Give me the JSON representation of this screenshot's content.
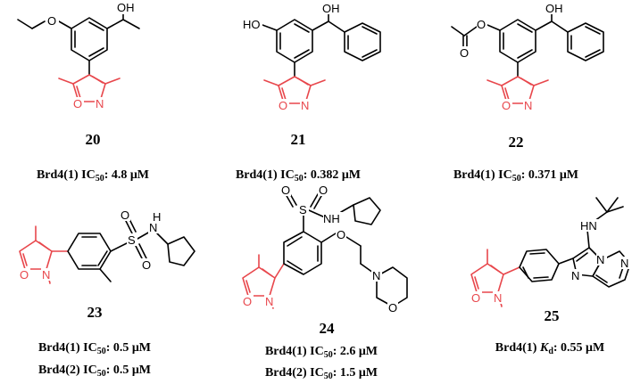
{
  "compounds": [
    {
      "id": "20",
      "activities": [
        {
          "target": "Brd4(1)",
          "metric": "IC",
          "sub": "50",
          "value": "4.8 μM"
        }
      ]
    },
    {
      "id": "21",
      "activities": [
        {
          "target": "Brd4(1)",
          "metric": "IC",
          "sub": "50",
          "value": "0.382 μM"
        }
      ]
    },
    {
      "id": "22",
      "activities": [
        {
          "target": "Brd4(1)",
          "metric": "IC",
          "sub": "50",
          "value": "0.371 μM"
        }
      ]
    },
    {
      "id": "23",
      "activities": [
        {
          "target": "Brd4(1)",
          "metric": "IC",
          "sub": "50",
          "value": "0.5 μM"
        },
        {
          "target": "Brd4(2)",
          "metric": "IC",
          "sub": "50",
          "value": "0.5 μM"
        }
      ]
    },
    {
      "id": "24",
      "activities": [
        {
          "target": "Brd4(1)",
          "metric": "IC",
          "sub": "50",
          "value": "2.6 μM"
        },
        {
          "target": "Brd4(2)",
          "metric": "IC",
          "sub": "50",
          "value": "1.5 μM"
        }
      ]
    },
    {
      "id": "25",
      "activities": [
        {
          "target": "Brd4(1)",
          "metric": "K",
          "sub": "d",
          "value": "0.55 μM"
        }
      ]
    }
  ],
  "atoms": {
    "oh": "OH",
    "ho": "HO",
    "o": "O",
    "n": "N",
    "s": "S",
    "h": "H",
    "nh": "NH",
    "isoxazole_o": "O",
    "isoxazole_n": "N"
  },
  "colors": {
    "isoxazole": "#e8474c",
    "bonds": "#000000"
  }
}
